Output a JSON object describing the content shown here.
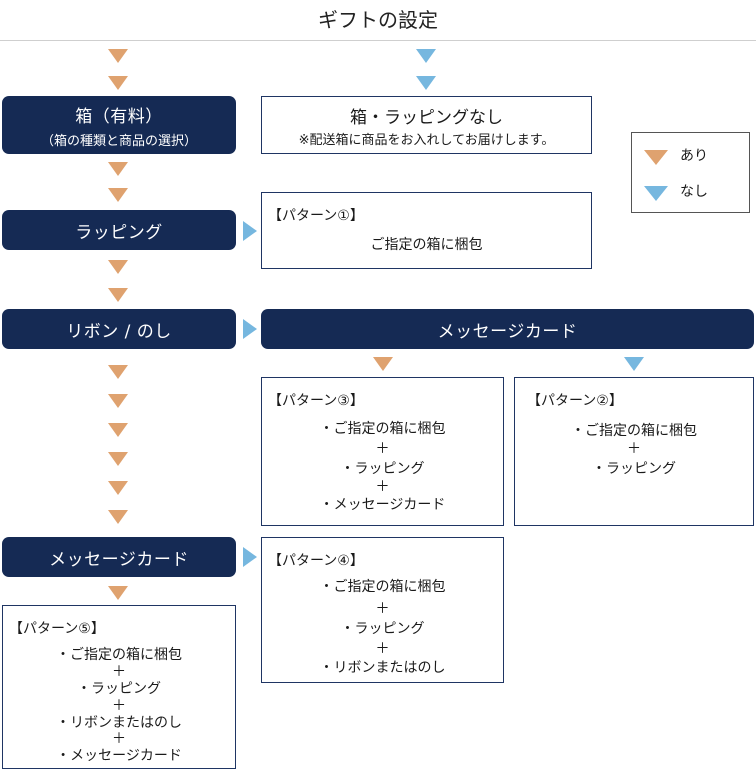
{
  "title": "ギフトの設定",
  "steps": {
    "box": {
      "label": "箱（有料）",
      "sub": "（箱の種類と商品の選択）"
    },
    "wrapping": {
      "label": "ラッピング"
    },
    "ribbon": {
      "label": "リボン / のし"
    },
    "message": {
      "label": "メッセージカード"
    }
  },
  "no_box": {
    "title": "箱・ラッピングなし",
    "note": "※配送箱に商品をお入れしてお届けします。"
  },
  "message_card_header": "メッセージカード",
  "legend": {
    "yes": {
      "label": "あり",
      "color": "#dfa26f"
    },
    "no": {
      "label": "なし",
      "color": "#76b7df"
    }
  },
  "patterns": {
    "p1": {
      "title": "【パターン①】",
      "lines": [
        "ご指定の箱に梱包"
      ]
    },
    "p2": {
      "title": "【パターン②】",
      "lines": [
        "・ご指定の箱に梱包",
        "＋",
        "・ラッピング"
      ]
    },
    "p3": {
      "title": "【パターン③】",
      "lines": [
        "・ご指定の箱に梱包",
        "＋",
        "・ラッピング",
        "＋",
        "・メッセージカード"
      ]
    },
    "p4": {
      "title": "【パターン④】",
      "lines": [
        "・ご指定の箱に梱包",
        "＋",
        "・ラッピング",
        "＋",
        "・リボンまたはのし"
      ]
    },
    "p5": {
      "title": "【パターン⑤】",
      "lines": [
        "・ご指定の箱に梱包",
        "＋",
        "・ラッピング",
        "＋",
        "・リボンまたはのし",
        "＋",
        "・メッセージカード"
      ]
    }
  }
}
